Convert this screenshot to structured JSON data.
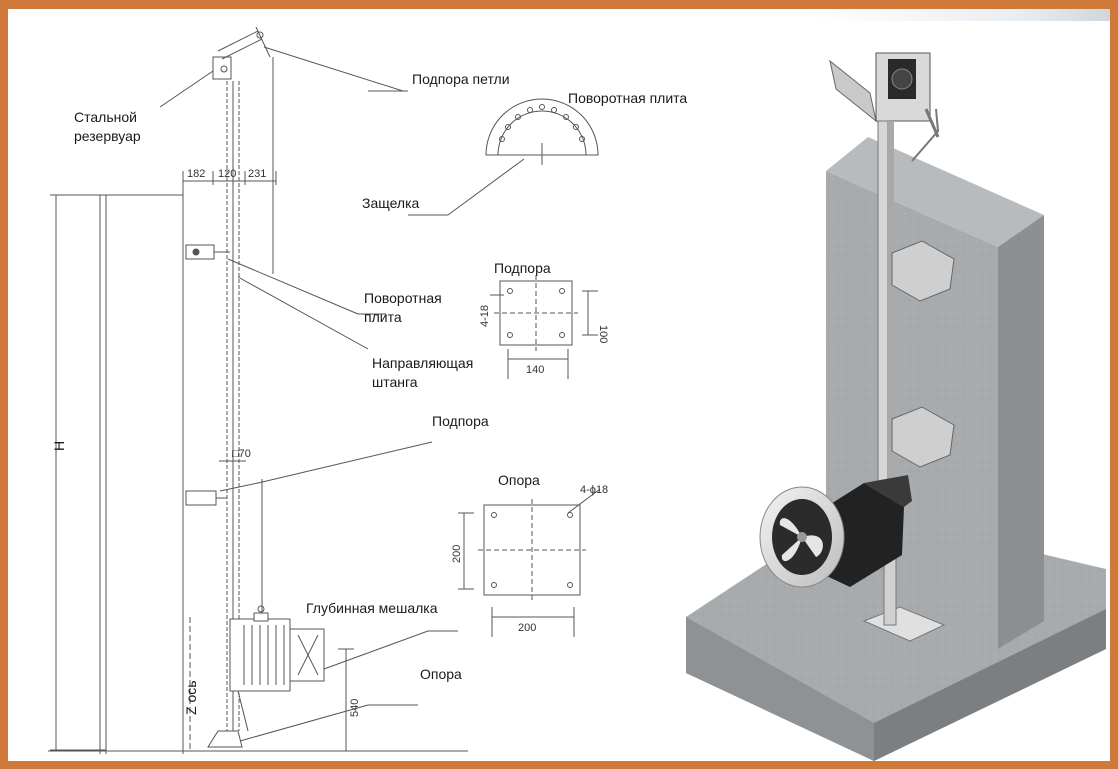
{
  "labels": {
    "steel_tank": "Стальной резервуар",
    "steel_tank_l1": "Стальной",
    "steel_tank_l2": "резервуар",
    "loop_support": "Подпора петли",
    "turn_plate_top": "Поворотная плита",
    "latch": "Защелка",
    "support_1": "Подпора",
    "turn_plate_l1": "Поворотная",
    "turn_plate_l2": "плита",
    "guide_bar_l1": "Направляющая",
    "guide_bar_l2": "штанга",
    "support_2": "Подпора",
    "base_1": "Опора",
    "deep_mixer": "Глубинная мешалка",
    "base_2": "Опора",
    "z_axis": "Z ось",
    "height": "H"
  },
  "dimensions": {
    "d182": "182",
    "d120": "120",
    "d231": "231",
    "d70": "□70",
    "hole18": "4-18",
    "d100": "100",
    "d140": "140",
    "hole_phi18": "4-ϕ18",
    "d200v": "200",
    "d200h": "200",
    "d540": "540"
  },
  "colors": {
    "frame": "#cf7a3a",
    "concrete": "#a6a9ab",
    "line": "#555555"
  }
}
